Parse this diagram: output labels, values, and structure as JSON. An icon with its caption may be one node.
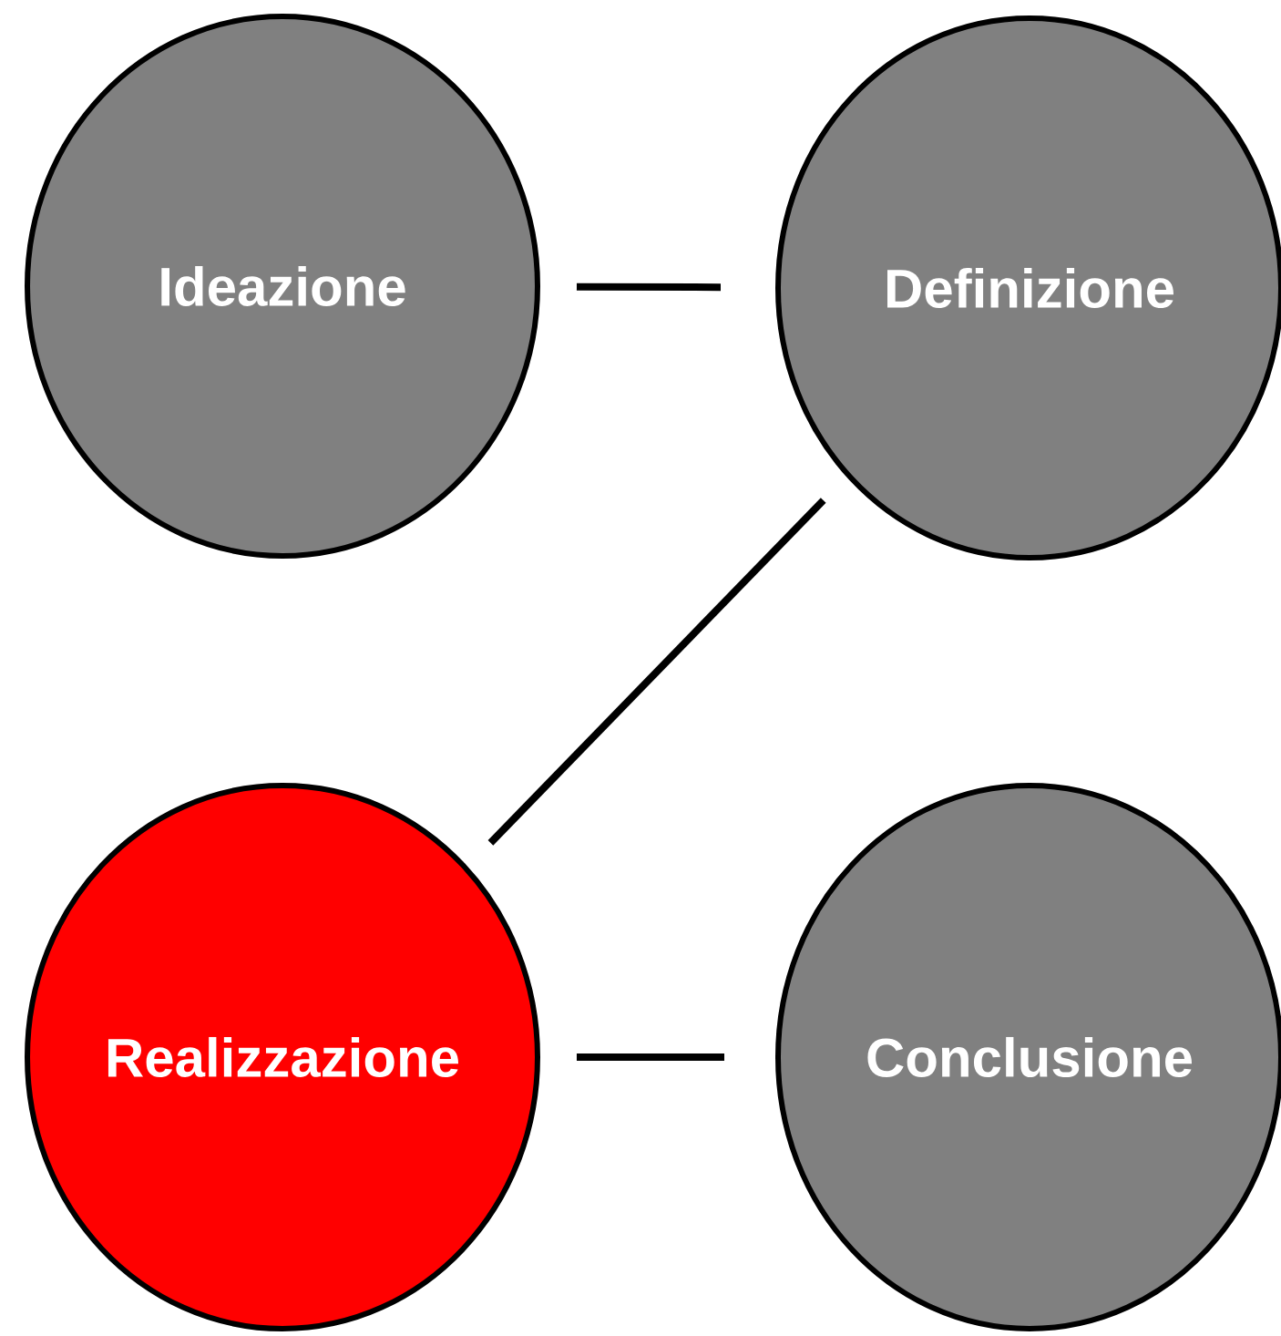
{
  "diagram": {
    "nodes": [
      {
        "text": [
          "Ideazione"
        ]
      },
      {
        "text": [
          "Definizione"
        ]
      },
      {
        "text": [
          "Realizzazione"
        ]
      },
      {
        "text": [
          "Conclusione"
        ]
      }
    ],
    "edges": [
      {
        "from": 0,
        "to": 1,
        "arrow": "none"
      },
      {
        "from": 1,
        "to": 2,
        "arrow": "none"
      },
      {
        "from": 2,
        "to": 3,
        "arrow": "none"
      }
    ]
  }
}
